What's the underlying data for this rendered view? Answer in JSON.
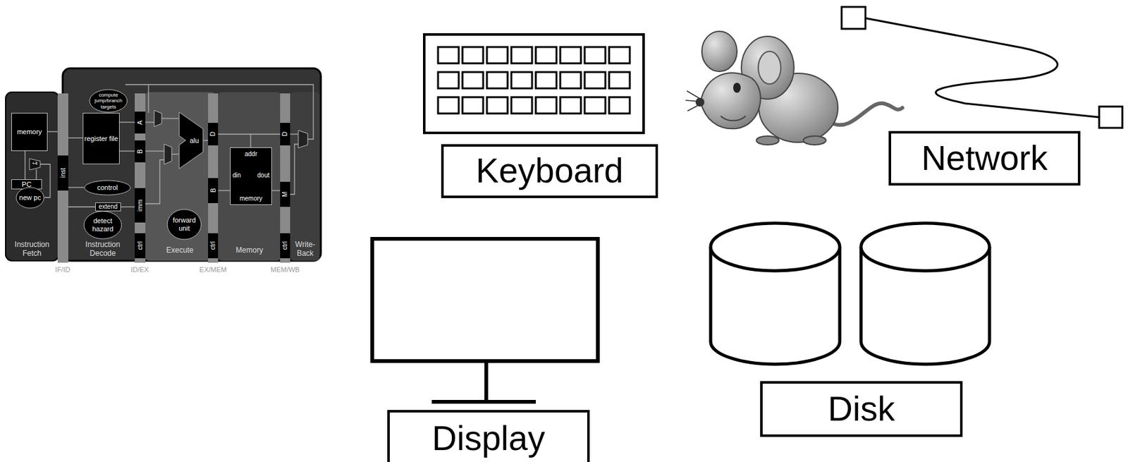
{
  "diagram": {
    "nodes": [
      {
        "text": [
          "memory"
        ]
      },
      {
        "text": [
          "PC"
        ]
      },
      {
        "text": [
          "new pc"
        ]
      },
      {
        "text": [
          "inst"
        ]
      },
      {
        "text": [
          "compute jump/branch targets"
        ]
      },
      {
        "text": [
          "register file"
        ]
      },
      {
        "text": [
          "control"
        ]
      },
      {
        "text": [
          "extend"
        ]
      },
      {
        "text": [
          "detect hazard"
        ]
      },
      {
        "text": [
          "A"
        ]
      },
      {
        "text": [
          "B"
        ]
      },
      {
        "text": [
          "imm"
        ]
      },
      {
        "text": [
          "ctrl"
        ]
      },
      {
        "text": [
          "alu"
        ]
      },
      {
        "text": [
          "forward unit"
        ]
      },
      {
        "text": [
          "D"
        ]
      },
      {
        "text": [
          "B"
        ]
      },
      {
        "text": [
          "ctrl"
        ]
      },
      {
        "text": [
          "addr",
          "din",
          "dout",
          "memory"
        ]
      },
      {
        "text": [
          "D"
        ]
      },
      {
        "text": [
          "M"
        ]
      },
      {
        "text": [
          "ctrl"
        ]
      },
      {
        "text": [
          "Keyboard"
        ]
      },
      {
        "text": [
          "Network"
        ]
      },
      {
        "text": [
          "Display"
        ]
      },
      {
        "text": [
          "Disk"
        ]
      }
    ],
    "labels": [
      "+4",
      "Instruction Fetch",
      "Instruction Decode",
      "Execute",
      "Memory",
      "Write-Back",
      "IF/ID",
      "ID/EX",
      "EX/MEM",
      "MEM/WB"
    ]
  }
}
